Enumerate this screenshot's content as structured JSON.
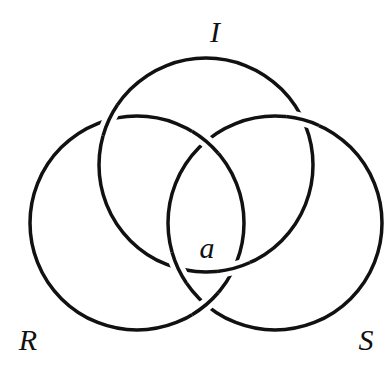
{
  "diagram": {
    "labels": [
      "I",
      "R",
      "S",
      "a"
    ]
  }
}
